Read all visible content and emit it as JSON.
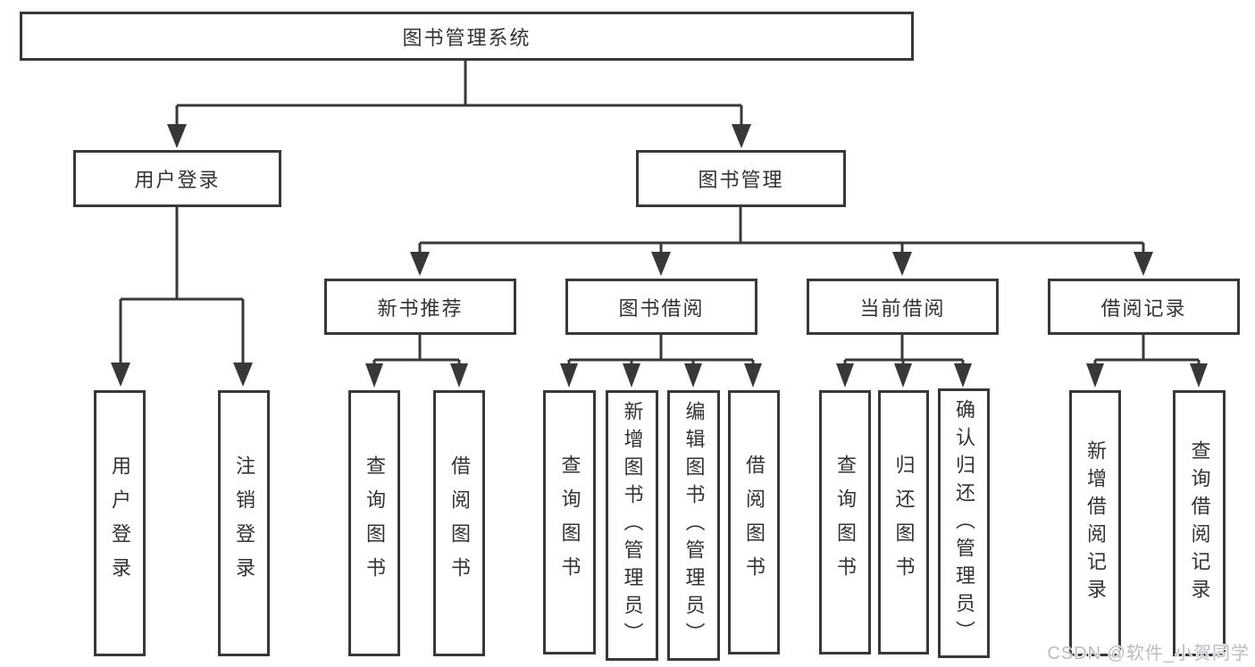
{
  "diagram": {
    "type": "hierarchy-tree",
    "watermark": "CSDN @软件_小贺同学"
  },
  "nodes": {
    "root": {
      "label": "图书管理系统"
    },
    "user_login": {
      "label": "用户登录"
    },
    "book_mgmt": {
      "label": "图书管理"
    },
    "new_book": {
      "label": "新书推荐"
    },
    "book_borrow": {
      "label": "图书借阅"
    },
    "current_borrow": {
      "label": "当前借阅"
    },
    "borrow_records": {
      "label": "借阅记录"
    },
    "u1": {
      "label": "用户登录"
    },
    "u2": {
      "label": "注销登录"
    },
    "n1": {
      "label": "查询图书"
    },
    "n2": {
      "label": "借阅图书"
    },
    "b1": {
      "label": "查询图书"
    },
    "b2": {
      "label": "新增图书（管理员）"
    },
    "b3": {
      "label": "编辑图书（管理员）"
    },
    "b4": {
      "label": "借阅图书"
    },
    "c1": {
      "label": "查询图书"
    },
    "c2": {
      "label": "归还图书"
    },
    "c3": {
      "label": "确认归还（管理员）"
    },
    "r1": {
      "label": "新增借阅记录"
    },
    "r2": {
      "label": "查询借阅记录"
    }
  },
  "hierarchy": {
    "root": [
      "user_login",
      "book_mgmt"
    ],
    "user_login": [
      "u1",
      "u2"
    ],
    "book_mgmt": [
      "new_book",
      "book_borrow",
      "current_borrow",
      "borrow_records"
    ],
    "new_book": [
      "n1",
      "n2"
    ],
    "book_borrow": [
      "b1",
      "b2",
      "b3",
      "b4"
    ],
    "current_borrow": [
      "c1",
      "c2",
      "c3"
    ],
    "borrow_records": [
      "r1",
      "r2"
    ]
  },
  "colors": {
    "line": "#383838",
    "box_border": "#383838",
    "text": "#333333",
    "background": "#ffffff",
    "watermark": "#b9bcc2"
  }
}
